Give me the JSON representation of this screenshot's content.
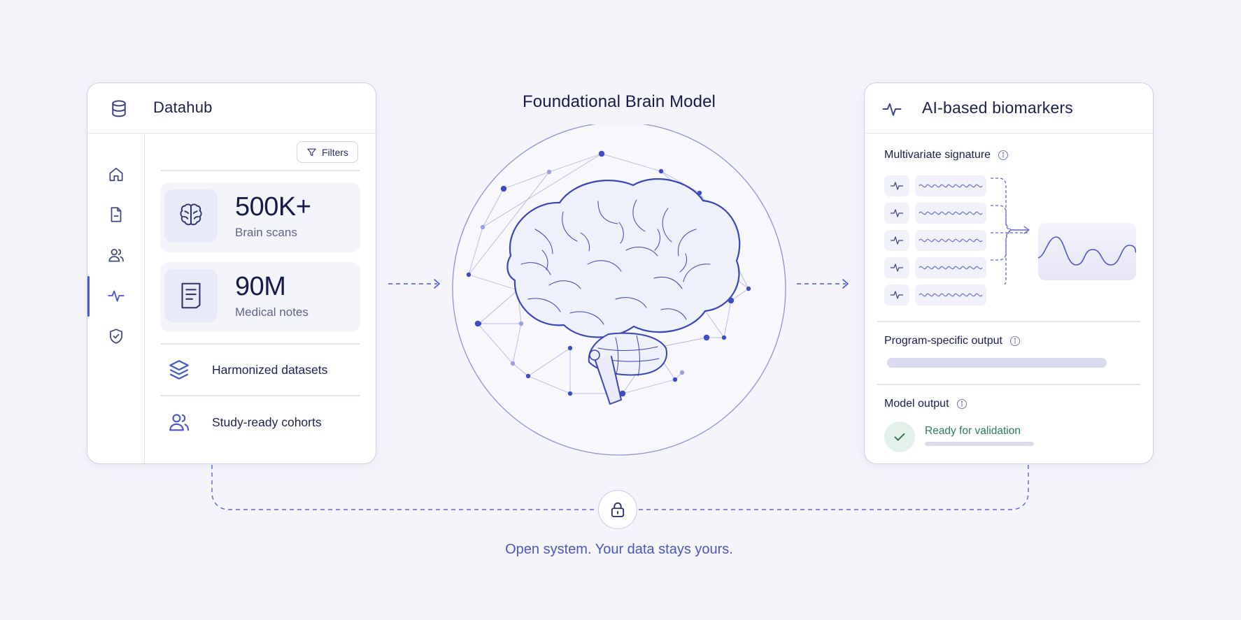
{
  "datahub": {
    "title": "Datahub",
    "icon": "database-icon",
    "sidebar": [
      {
        "name": "home",
        "icon": "home-icon",
        "active": false
      },
      {
        "name": "documents",
        "icon": "document-icon",
        "active": false
      },
      {
        "name": "users",
        "icon": "users-icon",
        "active": false
      },
      {
        "name": "activity",
        "icon": "pulse-icon",
        "active": true
      },
      {
        "name": "security",
        "icon": "shield-check-icon",
        "active": false
      }
    ],
    "filters_label": "Filters",
    "stats": [
      {
        "value": "500K+",
        "label": "Brain scans",
        "icon": "brain-icon"
      },
      {
        "value": "90M",
        "label": "Medical notes",
        "icon": "note-icon"
      }
    ],
    "features": [
      {
        "label": "Harmonized datasets",
        "icon": "layers-icon"
      },
      {
        "label": "Study-ready cohorts",
        "icon": "users-icon"
      }
    ]
  },
  "center": {
    "title": "Foundational Brain Model",
    "icon": "brain-network-illustration"
  },
  "biomarkers": {
    "title": "AI-based biomarkers",
    "icon": "pulse-icon",
    "multivariate_label": "Multivariate signature",
    "signature_rows": 5,
    "program_output_label": "Program-specific output",
    "model_output_label": "Model output",
    "status_text": "Ready for validation"
  },
  "footer": {
    "tagline": "Open system. Your data stays yours.",
    "icon": "lock-icon"
  },
  "colors": {
    "accent": "#4a56c8",
    "text_dark": "#1a1f4e",
    "muted": "#5f6480",
    "success": "#2e7d52",
    "background": "#f4f4fa"
  }
}
